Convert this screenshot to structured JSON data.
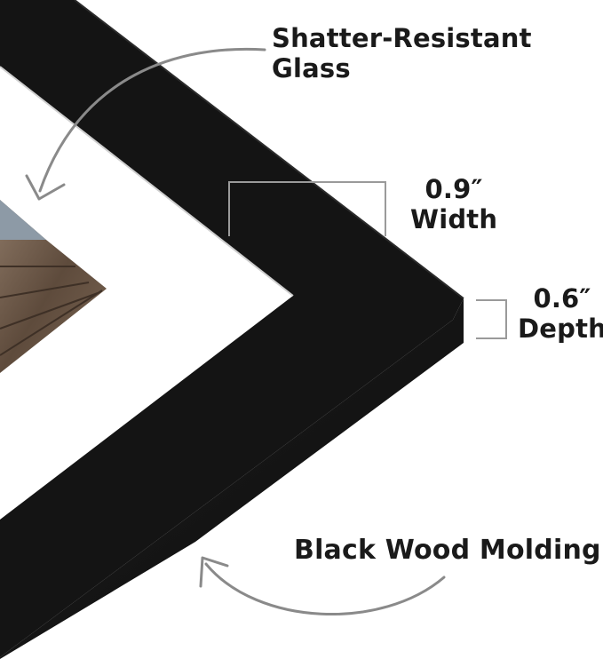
{
  "labels": {
    "glass": {
      "line1": "Shatter-Resistant",
      "line2": "Glass"
    },
    "width": {
      "value": "0.9″",
      "name": "Width"
    },
    "depth": {
      "value": "0.6″",
      "name": "Depth"
    },
    "molding": {
      "text": "Black Wood Molding"
    }
  },
  "colors": {
    "frame": "#141414",
    "frame_edge": "#2b2b2b",
    "mat": "#ffffff",
    "wood": "#6b5848",
    "text": "#1a1a1a",
    "arrows": "#8a8a8a"
  }
}
